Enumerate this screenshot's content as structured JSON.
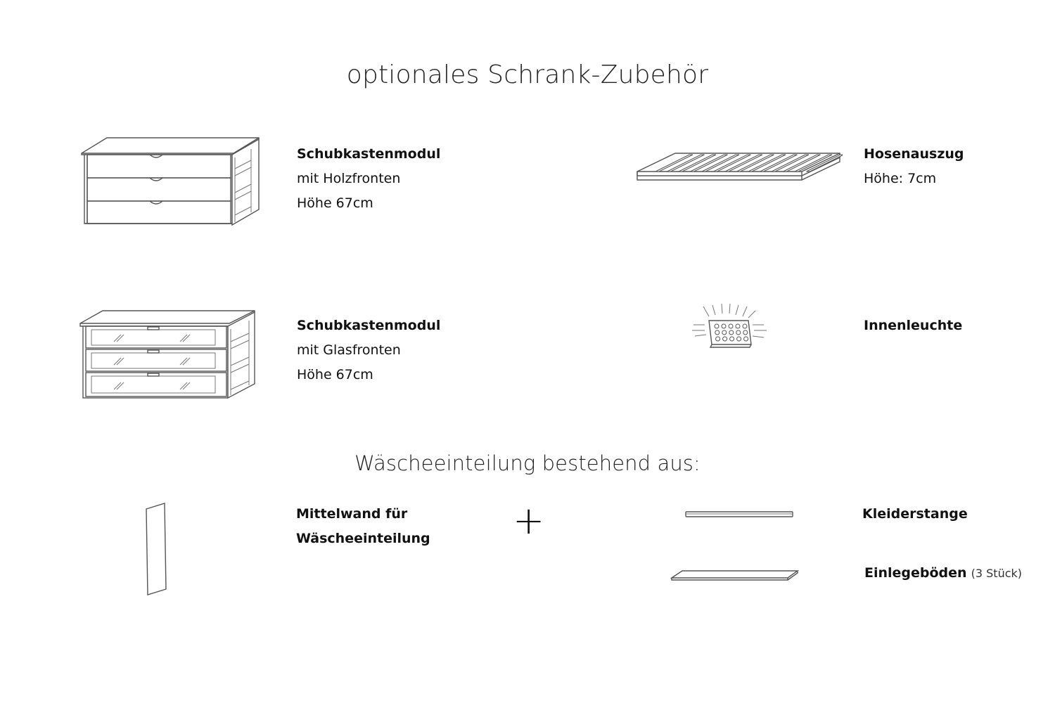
{
  "page": {
    "title": "optionales Schrank-Zubehör",
    "subtitle": "Wäscheeinteilung bestehend aus:"
  },
  "items": {
    "drawer_wood": {
      "name": "Schubkastenmodul",
      "line1": "mit Holzfronten",
      "line2": "Höhe 67cm"
    },
    "trouser_rack": {
      "name": "Hosenauszug",
      "line1": "Höhe: 7cm"
    },
    "drawer_glass": {
      "name": "Schubkastenmodul",
      "line1": "mit Glasfronten",
      "line2": "Höhe 67cm"
    },
    "interior_light": {
      "name": "Innenleuchte"
    },
    "middle_wall": {
      "name": "Mittelwand für",
      "line1": "Wäscheeinteilung"
    },
    "plus_symbol": "+",
    "clothes_rail": {
      "name": "Kleiderstange"
    },
    "shelves": {
      "name": "Einlegeböden",
      "qty": "(3 Stück)"
    }
  },
  "icons": {
    "drawer_wood": "drawer-module-wood-icon",
    "trouser_rack": "trouser-rack-icon",
    "drawer_glass": "drawer-module-glass-icon",
    "interior_light": "interior-light-icon",
    "middle_wall": "middle-wall-panel-icon",
    "clothes_rail": "clothes-rail-icon",
    "shelves": "shelf-board-icon"
  }
}
